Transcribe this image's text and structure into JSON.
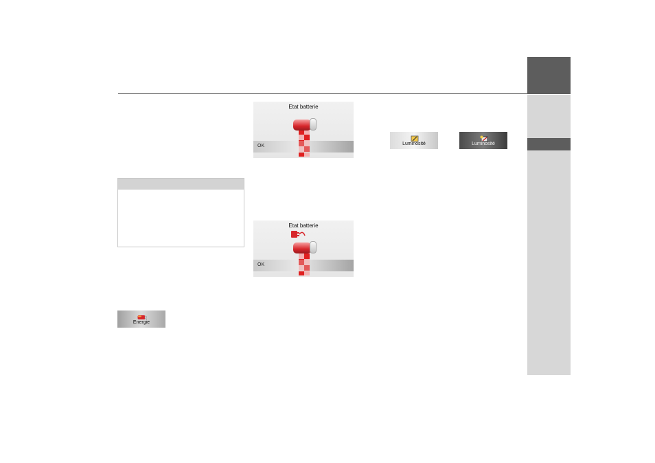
{
  "screens": [
    {
      "title": "Etat batterie",
      "ok_label": "OK",
      "charging": false
    },
    {
      "title": "Etat batterie",
      "ok_label": "OK",
      "charging": true
    }
  ],
  "buttons": {
    "luminosite_day": {
      "label": "Luminosité",
      "icon": "brightness-day-icon"
    },
    "luminosite_night": {
      "label": "Luminosité",
      "icon": "brightness-night-icon"
    },
    "energie": {
      "label": "Energie",
      "icon": "battery-icon"
    }
  },
  "colors": {
    "tab_dark": "#5d5d5d",
    "tab_light": "#d7d7d7",
    "battery_red": "#d7262b"
  }
}
